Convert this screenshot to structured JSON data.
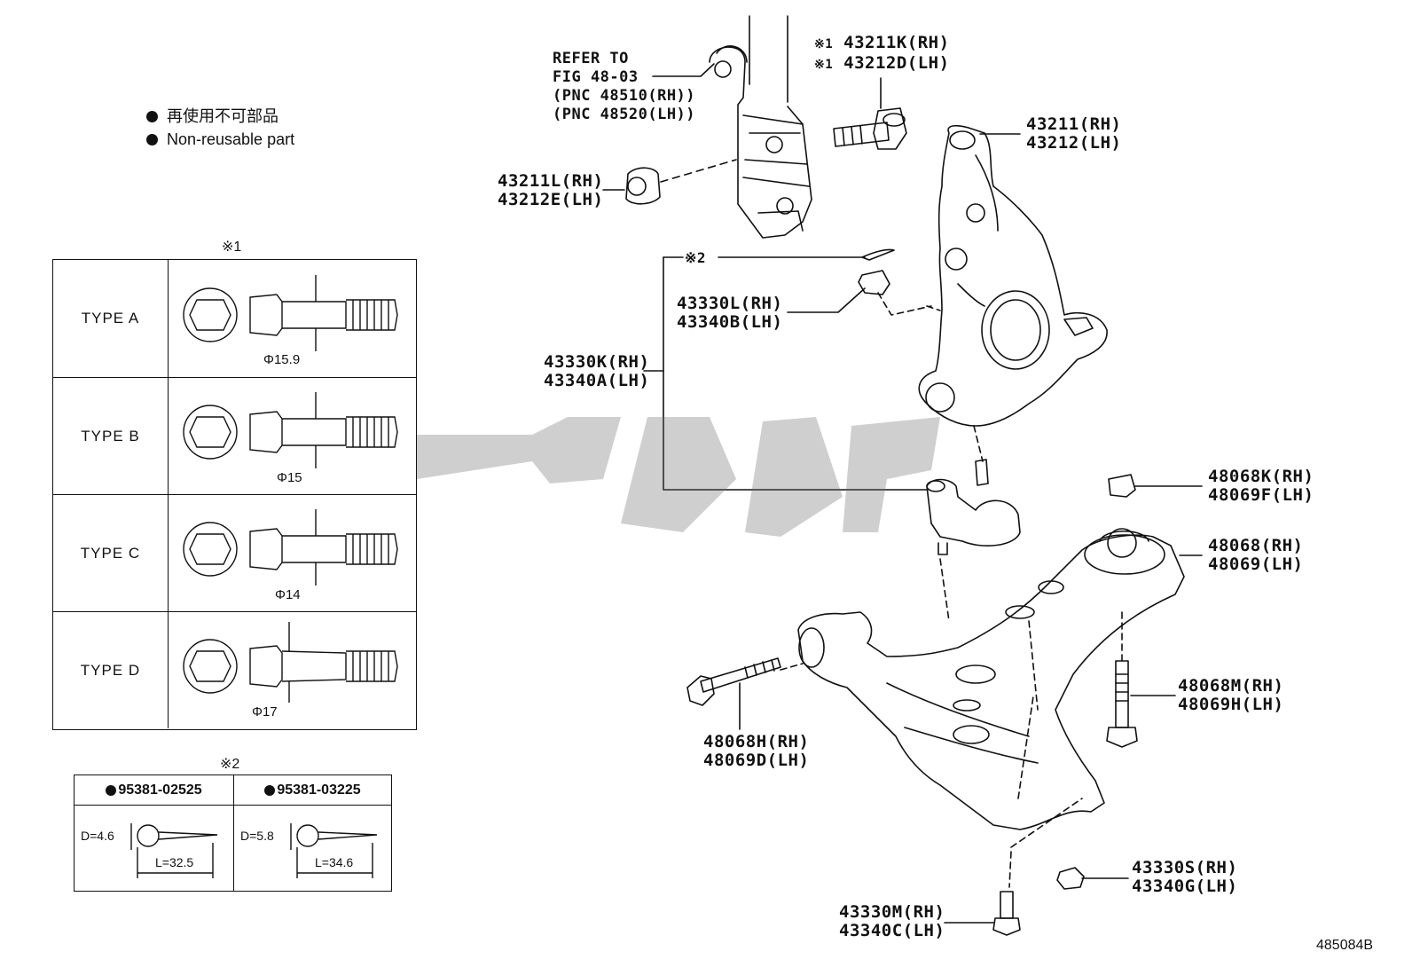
{
  "legend": {
    "jp": "再使用不可部品",
    "en": "Non-reusable part"
  },
  "note1_mark": "※1",
  "note2_mark": "※2",
  "refer": {
    "lines": [
      "REFER TO",
      "FIG 48-03",
      "(PNC 48510(RH))",
      "(PNC 48520(LH))"
    ]
  },
  "labels": {
    "bolt_top": {
      "mark": "※1",
      "rh": "43211K(RH)",
      "lh": "43212D(LH)"
    },
    "knuckle": {
      "rh": "43211(RH)",
      "lh": "43212(LH)"
    },
    "washer": {
      "rh": "43211L(RH)",
      "lh": "43212E(LH)"
    },
    "cotter_mark": "※2",
    "castle_nut": {
      "rh": "43330L(RH)",
      "lh": "43340B(LH)"
    },
    "ball_joint": {
      "rh": "43330K(RH)",
      "lh": "43340A(LH)"
    },
    "bushing_nut": {
      "rh": "48068K(RH)",
      "lh": "48069F(LH)"
    },
    "lower_arm": {
      "rh": "48068(RH)",
      "lh": "48069(LH)"
    },
    "rear_bolt": {
      "rh": "48068M(RH)",
      "lh": "48069H(LH)"
    },
    "front_bolt": {
      "rh": "48068H(RH)",
      "lh": "48069D(LH)"
    },
    "nut_small": {
      "rh": "43330S(RH)",
      "lh": "43340G(LH)"
    },
    "bolt_small": {
      "rh": "43330M(RH)",
      "lh": "43340C(LH)"
    }
  },
  "bolt_types": [
    {
      "type": "TYPE  A",
      "diameter": "Φ15.9"
    },
    {
      "type": "TYPE  B",
      "diameter": "Φ15"
    },
    {
      "type": "TYPE  C",
      "diameter": "Φ14"
    },
    {
      "type": "TYPE  D",
      "diameter": "Φ17"
    }
  ],
  "cotter_pins": [
    {
      "part": "95381-02525",
      "d": "D=4.6",
      "l": "L=32.5"
    },
    {
      "part": "95381-03225",
      "d": "D=5.8",
      "l": "L=34.6"
    }
  ],
  "watermark": "گوپارت",
  "figure_id": "485084B"
}
